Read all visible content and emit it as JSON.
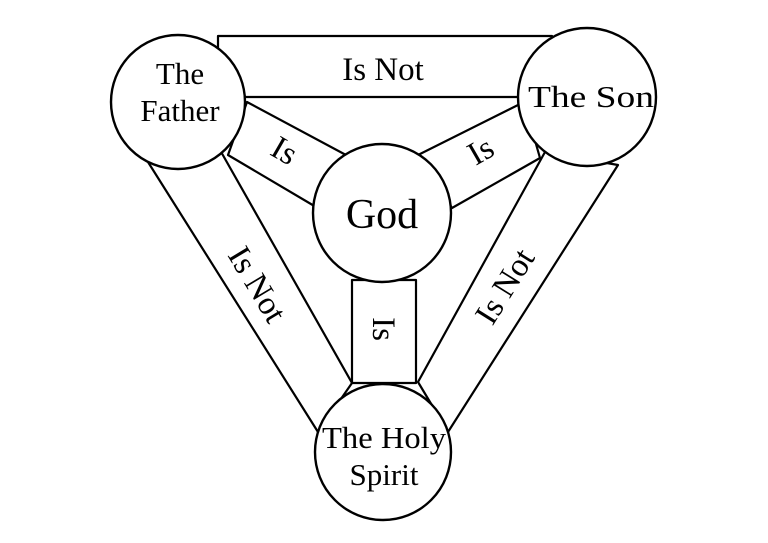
{
  "colors": {
    "background": "#ffffff",
    "ink": "#000000"
  },
  "nodes": {
    "father": {
      "line1": "The",
      "line2": "Father"
    },
    "son": {
      "label": "The Son"
    },
    "god": {
      "label": "God"
    },
    "spirit": {
      "line1": "The Holy",
      "line2": "Spirit"
    }
  },
  "edges": {
    "father_son": "Is Not",
    "father_spirit": "Is Not",
    "son_spirit": "Is Not",
    "father_god": "Is",
    "son_god": "Is",
    "spirit_god": "Is"
  }
}
